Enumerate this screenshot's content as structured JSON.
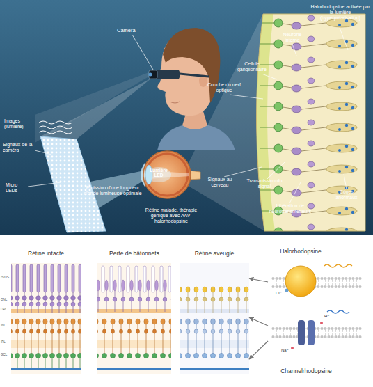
{
  "diagram": {
    "nodes": [
      {
        "text": [
          "Lumière LED"
        ]
      },
      {
        "text": [
          "Rétine intacte"
        ]
      },
      {
        "text": [
          "Perte de bâtonnets"
        ]
      },
      {
        "text": [
          "Rétine aveugle"
        ]
      },
      {
        "text": [
          "Halorhodopsine"
        ]
      },
      {
        "text": [
          "Channelrhodopsine"
        ]
      }
    ],
    "edges": [
      {
        "from": 4,
        "to": 3,
        "arrow": "to"
      },
      {
        "from": 5,
        "to": 3,
        "arrow": "to"
      },
      {
        "from": 5,
        "to": 3,
        "arrow": "to"
      }
    ],
    "labels": [
      "Images (lumière)",
      "Caméra",
      "Signaux de la caméra",
      "Micro LEDs",
      "Émission d'une longueur d'onde lumineuse optimale",
      "Rétine malade, thérapie génique avec AAV-halorhodopsine",
      "Couche du nerf optique",
      "Cellule ganglionnaire",
      "Neurone interne",
      "Halorhodopsine activée par la lumière (hyperpolarisation)",
      "Signaux au cerveau",
      "Transmission du signal",
      "Libération de neurotransmetteurs",
      "Cônes anormaux",
      "Cl⁻",
      "H⁺",
      "Na⁺",
      "IS/OS",
      "ONL",
      "OPL",
      "INL",
      "IPL",
      "GCL"
    ]
  }
}
